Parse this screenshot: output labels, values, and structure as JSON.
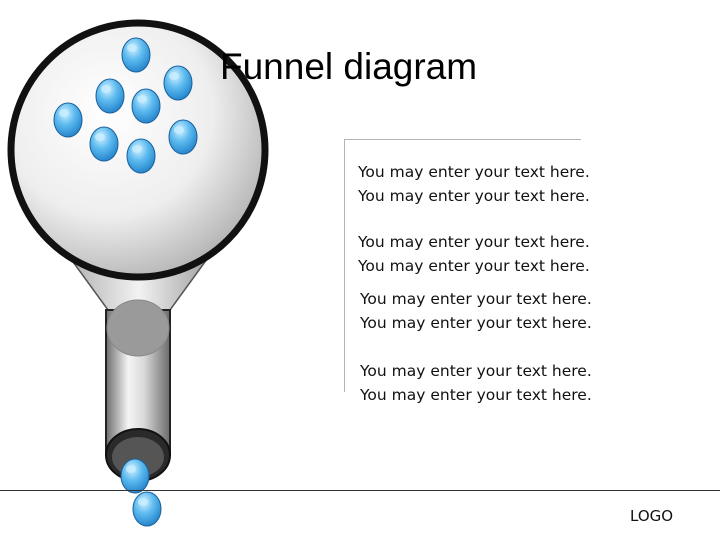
{
  "title": "Funnel diagram",
  "text_items": [
    "You may enter your text here.\nYou may enter your text here.",
    "You may enter your text here.\nYou may enter your text here.",
    "You may enter your text here.\nYou may enter your text here.",
    "You may enter your text here.\nYou may enter your text here."
  ],
  "logo": "LOGO",
  "colors": {
    "drop": "#3aa0e0",
    "drop_highlight": "#c8ecff",
    "ring": "#111111",
    "metal_light": "#f4f4f4",
    "metal_dark": "#8c8c8c"
  }
}
